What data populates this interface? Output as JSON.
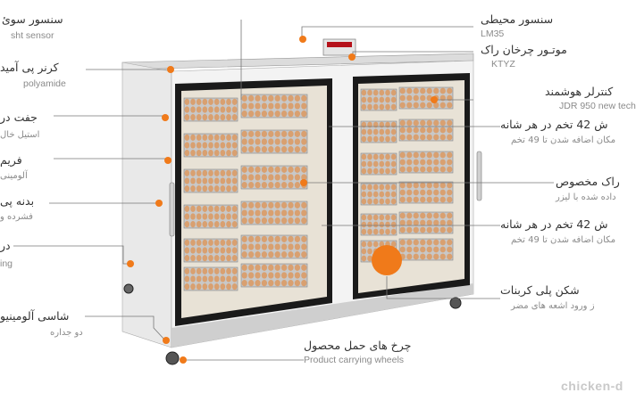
{
  "labels": {
    "ambient_sensor": {
      "fa": "سنسور محیطی",
      "en": "LM35"
    },
    "sht_sensor": {
      "fa": "سنسور سوئ",
      "en": "sht sensor"
    },
    "motor": {
      "fa": "موتـور چرخان راک",
      "en": "KTYZ"
    },
    "polyamide_corner": {
      "fa": "کرنر پی آمید",
      "en": "polyamide"
    },
    "smart_controller": {
      "fa": "کنترلر هوشمند",
      "en": "JDR 950 new tech"
    },
    "double_door": {
      "fa": "جفت در",
      "sub": "استیل خال"
    },
    "tray_top": {
      "fa": "ش 42 تخم در هر شانه",
      "sub": "مکان اضافه شدن تا 49 تخم"
    },
    "frame": {
      "fa": "فریم",
      "sub": "آلومینی"
    },
    "special_rack": {
      "fa": "راک مخصوص",
      "sub": "داده شده با لیزر"
    },
    "body": {
      "fa": "بدنه پی",
      "sub": "فشرده و"
    },
    "tray_bottom": {
      "fa": "ش 42 تخم در هر شانه",
      "sub": "مکان اضافه شدن تا 49 تخم"
    },
    "door_left": {
      "fa": "در",
      "en": "ing"
    },
    "polycarbonate": {
      "fa": "شکن پلی کربنات",
      "sub": "ز ورود اشعه های مضر"
    },
    "aluminum_chassis": {
      "fa": "شاسی آلومینیو",
      "sub": "دو جداره"
    },
    "wheels": {
      "fa": "چرخ های حمل محصول",
      "en": "Product carrying wheels"
    }
  },
  "watermark": "chicken-d",
  "colors": {
    "accent": "#f07a1a",
    "frame": "#1a1a1a",
    "cabinet": "#f3f3f3",
    "egg": "#d9a070"
  }
}
